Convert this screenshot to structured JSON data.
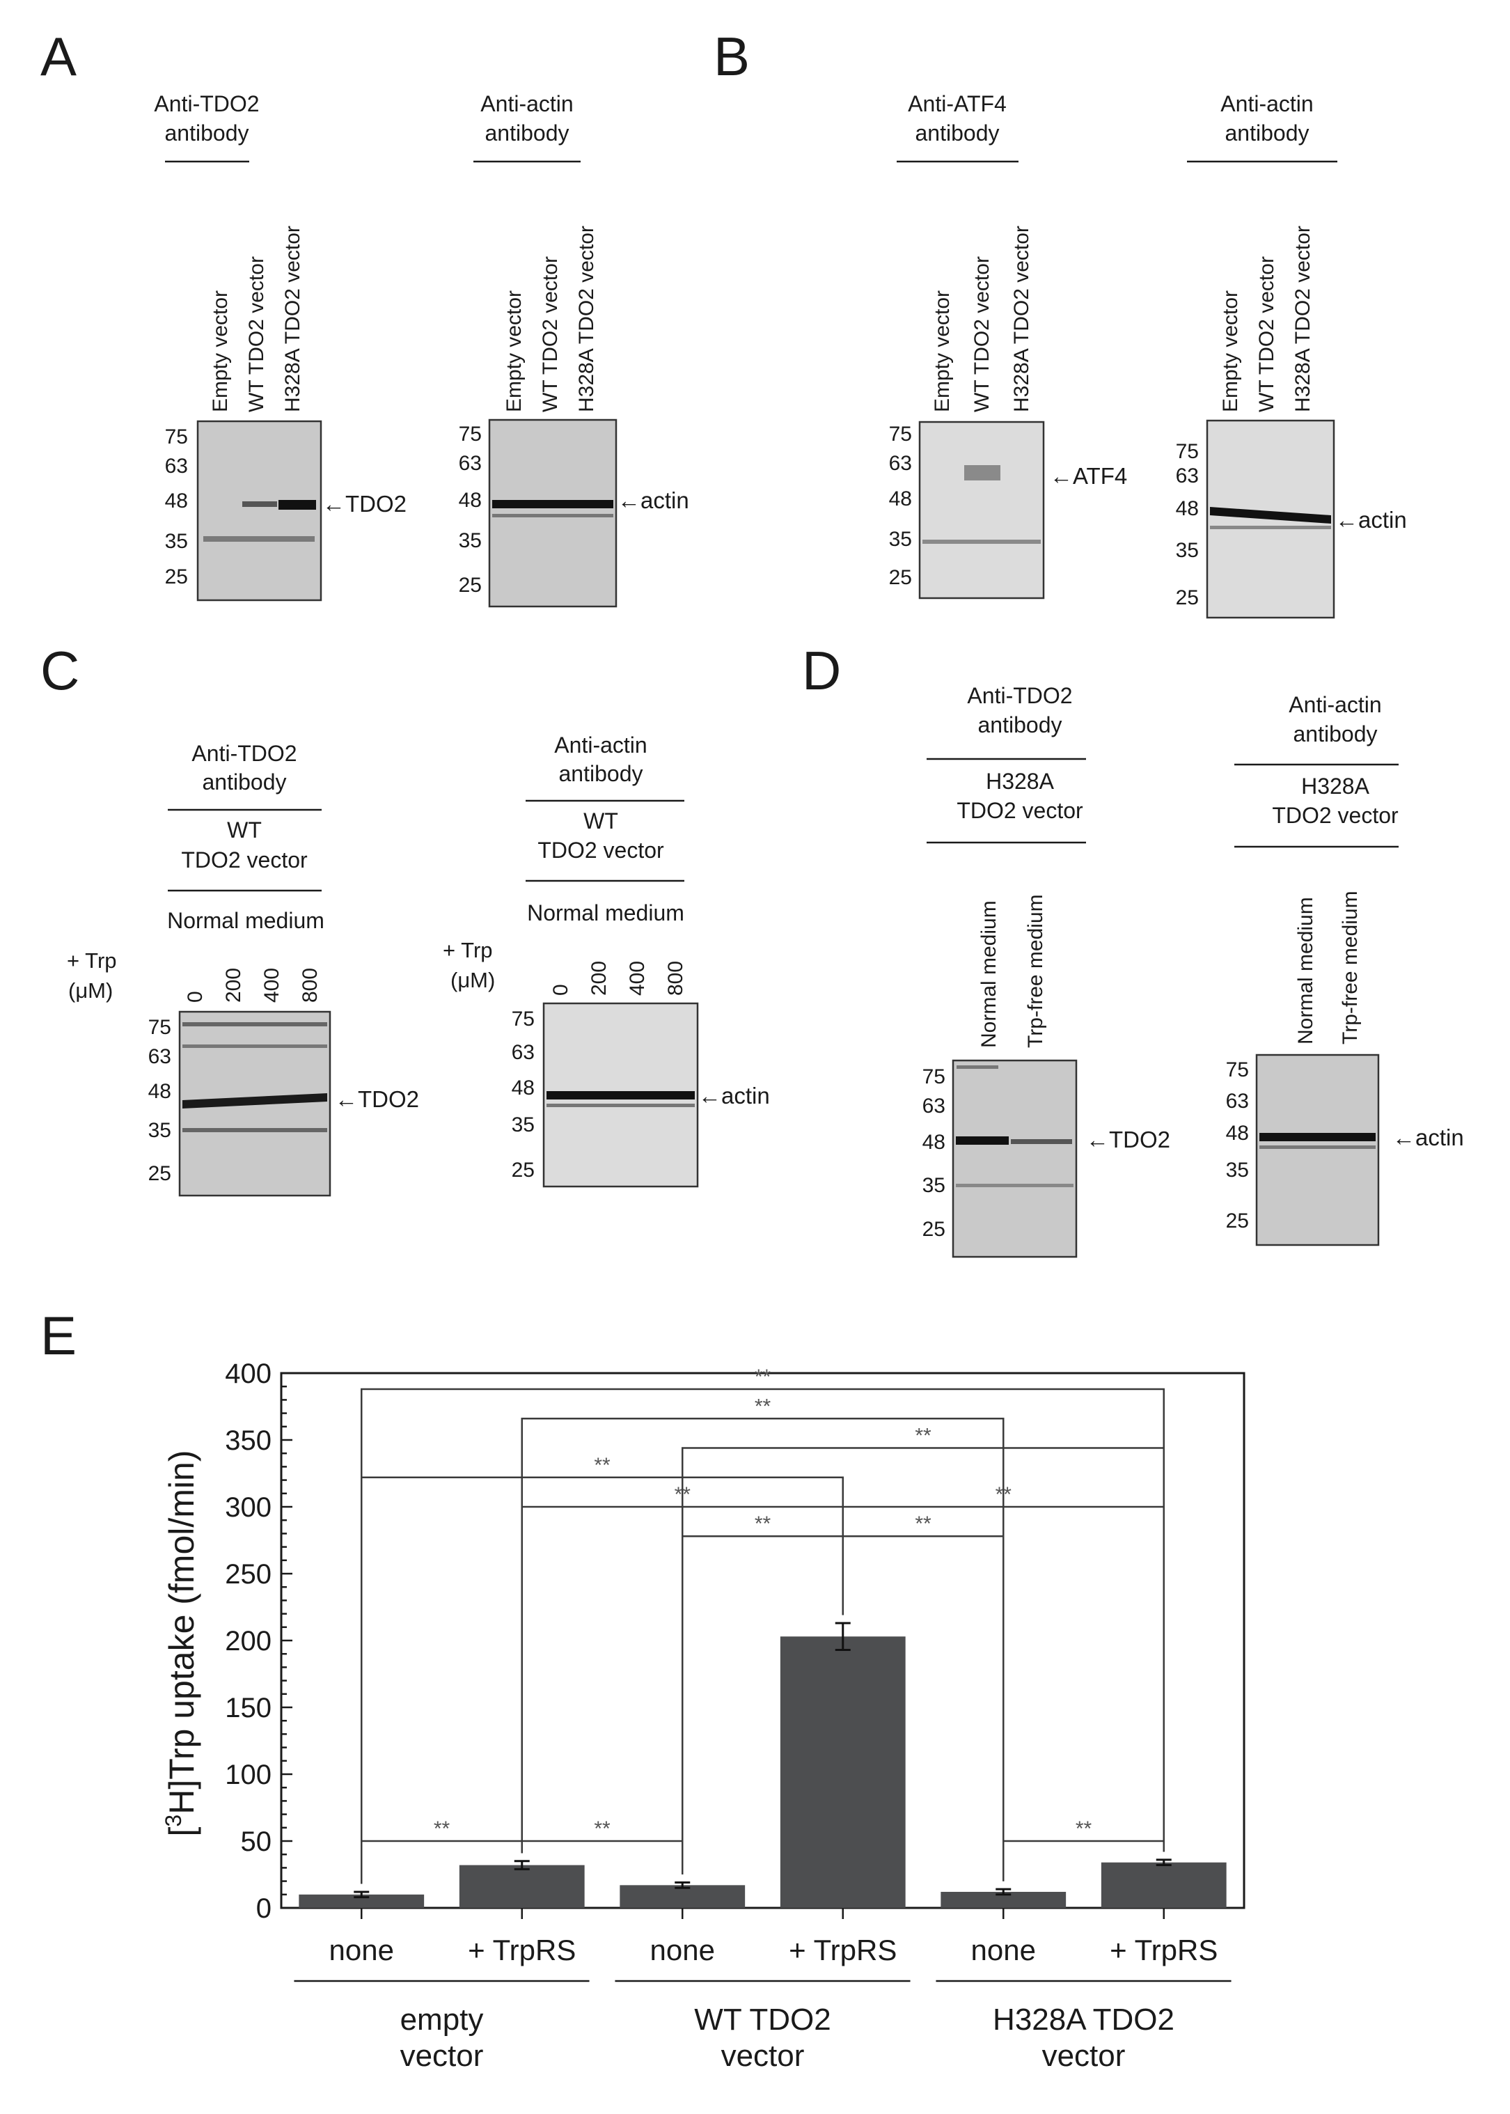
{
  "panels": {
    "A": {
      "label": "A",
      "blots": [
        {
          "header": [
            "Anti-TDO2",
            "antibody"
          ],
          "lanes": [
            "Empty vector",
            "WT TDO2 vector",
            "H328A TDO2 vector"
          ],
          "mw": [
            "75",
            "63",
            "48",
            "35",
            "25"
          ],
          "band": "TDO2"
        },
        {
          "header": [
            "Anti-actin",
            "antibody"
          ],
          "lanes": [
            "Empty vector",
            "WT TDO2 vector",
            "H328A TDO2 vector"
          ],
          "mw": [
            "75",
            "63",
            "48",
            "35",
            "25"
          ],
          "band": "actin"
        }
      ]
    },
    "B": {
      "label": "B",
      "blots": [
        {
          "header": [
            "Anti-ATF4",
            "antibody"
          ],
          "lanes": [
            "Empty vector",
            "WT TDO2 vector",
            "H328A TDO2 vector"
          ],
          "mw": [
            "75",
            "63",
            "48",
            "35",
            "25"
          ],
          "band": "ATF4"
        },
        {
          "header": [
            "Anti-actin",
            "antibody"
          ],
          "lanes": [
            "Empty vector",
            "WT TDO2 vector",
            "H328A TDO2 vector"
          ],
          "mw": [
            "75",
            "63",
            "48",
            "35",
            "25"
          ],
          "band": "actin"
        }
      ]
    },
    "C": {
      "label": "C",
      "trp_label": [
        "+ Trp",
        "(μM)"
      ],
      "blots": [
        {
          "header": [
            "Anti-TDO2",
            "antibody"
          ],
          "sub": [
            "WT",
            "TDO2 vector"
          ],
          "medium": "Normal medium",
          "lanes": [
            "0",
            "200",
            "400",
            "800"
          ],
          "mw": [
            "75",
            "63",
            "48",
            "35",
            "25"
          ],
          "band": "TDO2"
        },
        {
          "header": [
            "Anti-actin",
            "antibody"
          ],
          "sub": [
            "WT",
            "TDO2 vector"
          ],
          "medium": "Normal medium",
          "lanes": [
            "0",
            "200",
            "400",
            "800"
          ],
          "mw": [
            "75",
            "63",
            "48",
            "35",
            "25"
          ],
          "band": "actin"
        }
      ]
    },
    "D": {
      "label": "D",
      "blots": [
        {
          "header": [
            "Anti-TDO2",
            "antibody"
          ],
          "sub": [
            "H328A",
            "TDO2 vector"
          ],
          "lanes": [
            "Normal medium",
            "Trp-free medium"
          ],
          "mw": [
            "75",
            "63",
            "48",
            "35",
            "25"
          ],
          "band": "TDO2"
        },
        {
          "header": [
            "Anti-actin",
            "antibody"
          ],
          "sub": [
            "H328A",
            "TDO2 vector"
          ],
          "lanes": [
            "Normal medium",
            "Trp-free medium"
          ],
          "mw": [
            "75",
            "63",
            "48",
            "35",
            "25"
          ],
          "band": "actin"
        }
      ]
    },
    "E": {
      "label": "E"
    }
  },
  "chart_data": {
    "type": "bar",
    "ylabel_pre": "[",
    "ylabel_sup": "3",
    "ylabel_post": "H]Trp uptake (fmol/min)",
    "ylim": [
      0,
      400
    ],
    "yticks": [
      "0",
      "50",
      "100",
      "150",
      "200",
      "250",
      "300",
      "350",
      "400"
    ],
    "categories": [
      "none",
      "+ TrpRS",
      "none",
      "+ TrpRS",
      "none",
      "+ TrpRS"
    ],
    "groups": [
      {
        "label": [
          "empty",
          "vector"
        ]
      },
      {
        "label": [
          "WT TDO2",
          "vector"
        ]
      },
      {
        "label": [
          "H328A TDO2",
          "vector"
        ]
      }
    ],
    "values": [
      10,
      32,
      17,
      203,
      12,
      34
    ],
    "errors": [
      2,
      3,
      2,
      10,
      2,
      2
    ],
    "significance": "**",
    "comparisons": [
      [
        0,
        5
      ],
      [
        1,
        4
      ],
      [
        2,
        5
      ],
      [
        0,
        3
      ],
      [
        1,
        3
      ],
      [
        3,
        5
      ],
      [
        2,
        3
      ],
      [
        3,
        4
      ],
      [
        0,
        1
      ],
      [
        1,
        2
      ],
      [
        4,
        5
      ]
    ]
  }
}
